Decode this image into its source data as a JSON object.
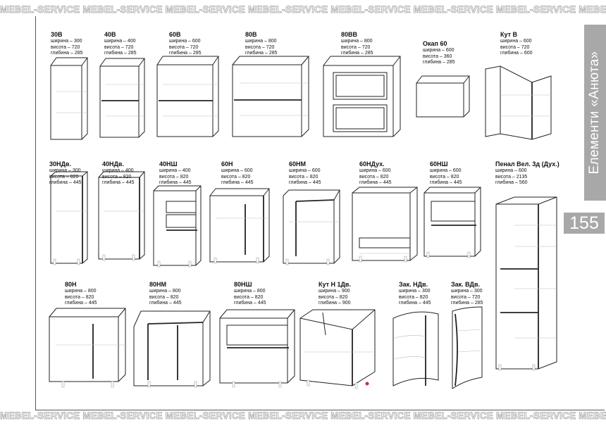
{
  "header": {
    "banner": "MEBEL-SERVICE MEBEL-SERVICE MEBEL-SERVICE MEBEL-SERVICE MEBEL-SERVICE MEBEL-SERVICE MEBEL-SERVICE MEBEL-SERVICE"
  },
  "footer": {
    "banner": "MEBEL-SERVICE MEBEL-SERVICE MEBEL-SERVICE MEBEL-SERVICE MEBEL-SERVICE MEBEL-SERVICE MEBEL-SERVICE MEBEL-SERVICE"
  },
  "sidebar": {
    "title": "Елементи «Анюта»",
    "page_number": "155"
  },
  "items": [
    {
      "title": "30В",
      "specs": [
        "ширина – 300",
        "висота – 720",
        "глибина – 285"
      ]
    },
    {
      "title": "40В",
      "specs": [
        "ширина – 400",
        "висота – 720",
        "глибина – 285"
      ]
    },
    {
      "title": "60В",
      "specs": [
        "ширина – 600",
        "висота – 720",
        "глибина – 285"
      ]
    },
    {
      "title": "80В",
      "specs": [
        "ширина – 800",
        "висота – 720",
        "глибина – 285"
      ]
    },
    {
      "title": "80ВВ",
      "specs": [
        "ширина – 800",
        "висота – 720",
        "глибина – 285"
      ]
    },
    {
      "title": "Окап 60",
      "specs": [
        "ширина – 600",
        "висота – 360",
        "глибина – 285"
      ]
    },
    {
      "title": "Кут В",
      "specs": [
        "ширина – 600",
        "висота – 720",
        "глибина – 600"
      ]
    },
    {
      "title": "30НДв.",
      "specs": [
        "ширина – 300",
        "висота – 820",
        "глибина – 445"
      ]
    },
    {
      "title": "40НДв.",
      "specs": [
        "ширина – 400",
        "висота – 820",
        "глибина – 445"
      ]
    },
    {
      "title": "40НШ",
      "specs": [
        "ширина – 400",
        "висота – 820",
        "глибина – 445"
      ]
    },
    {
      "title": "60Н",
      "specs": [
        "ширина – 600",
        "висота – 820",
        "глибина – 445"
      ]
    },
    {
      "title": "60НМ",
      "specs": [
        "ширина – 600",
        "висота – 820",
        "глибина – 445"
      ]
    },
    {
      "title": "60НДух.",
      "specs": [
        "ширина – 600",
        "висота – 820",
        "глибина – 445"
      ]
    },
    {
      "title": "60НШ",
      "specs": [
        "ширина – 600",
        "висота – 820",
        "глибина – 445"
      ]
    },
    {
      "title": "Пенал Вел. 3д (Дух.)",
      "specs": [
        "ширина – 600",
        "висота – 2135",
        "глибина – 560"
      ]
    },
    {
      "title": "80Н",
      "specs": [
        "ширина – 800",
        "висота – 820",
        "глибина – 445"
      ]
    },
    {
      "title": "80НМ",
      "specs": [
        "ширина – 800",
        "висота – 820",
        "глибина – 445"
      ]
    },
    {
      "title": "80НШ",
      "specs": [
        "ширина – 800",
        "висота – 820",
        "глибина – 445"
      ]
    },
    {
      "title": "Кут Н 1Дв.",
      "specs": [
        "ширина – 900",
        "висота – 820",
        "глибина – 900"
      ]
    },
    {
      "title": "Зак. НДв.",
      "specs": [
        "ширина – 300",
        "висота – 820",
        "глибина – 445"
      ]
    },
    {
      "title": "Зак. ВДв.",
      "specs": [
        "ширина – 300",
        "висота – 720",
        "глибина – 285"
      ]
    }
  ]
}
